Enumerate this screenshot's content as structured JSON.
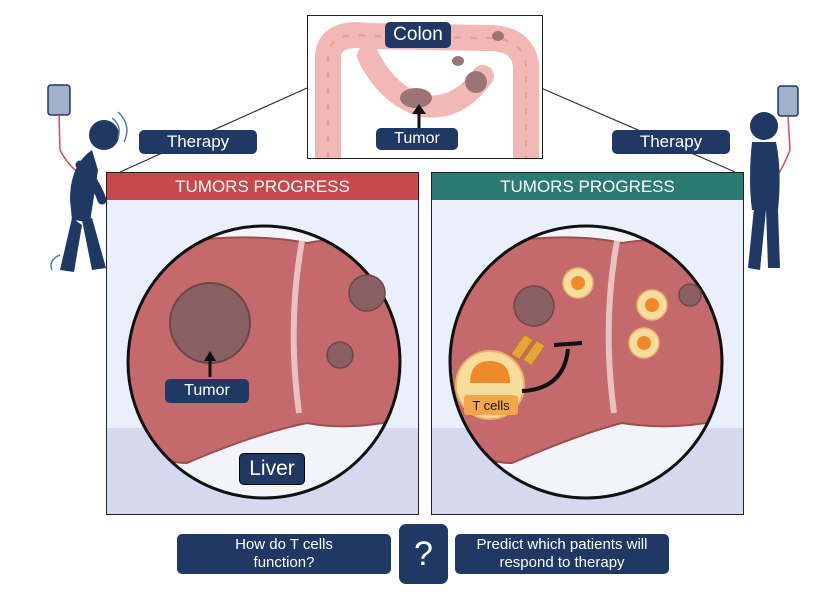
{
  "colon": {
    "title": "Colon",
    "tumor_label": "Tumor"
  },
  "therapy": {
    "left_label": "Therapy",
    "right_label": "Therapy"
  },
  "left_panel": {
    "header": "TUMORS PROGRESS",
    "header_color": "#c9484b",
    "tumor_label": "Tumor",
    "organ_label": "Liver"
  },
  "right_panel": {
    "header": "TUMORS PROGRESS",
    "header_color": "#2b7b72",
    "tcell_label": "T cells"
  },
  "questions": {
    "left": "How do T cells function?",
    "mark": "?",
    "right": "Predict which patients will respond to therapy"
  },
  "colors": {
    "navy": "#1f3864",
    "liver": "#c46a6c",
    "tumor": "#8a5f61",
    "tcell": "#ef8a2a"
  }
}
